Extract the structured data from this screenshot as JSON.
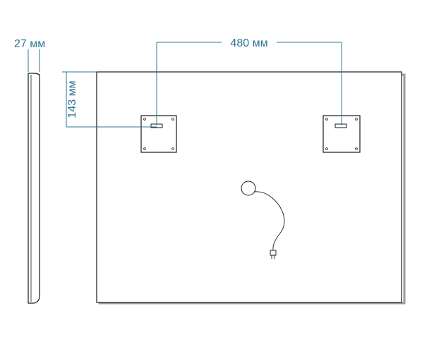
{
  "colors": {
    "dimension": "#2e7596",
    "outline": "#1a1a1a",
    "shadow": "#9a9a9a"
  },
  "dimensions": {
    "depth_label": "27 мм",
    "bracket_spacing_label": "480 мм",
    "bracket_height_label": "143 мм"
  },
  "parts": {
    "side_view": "mirror-side-profile",
    "back_panel": "mirror-back-panel",
    "brackets": [
      "left-mounting-bracket",
      "right-mounting-bracket"
    ],
    "switch": "round-switch",
    "cable": "power-cable",
    "plug": "power-plug"
  }
}
